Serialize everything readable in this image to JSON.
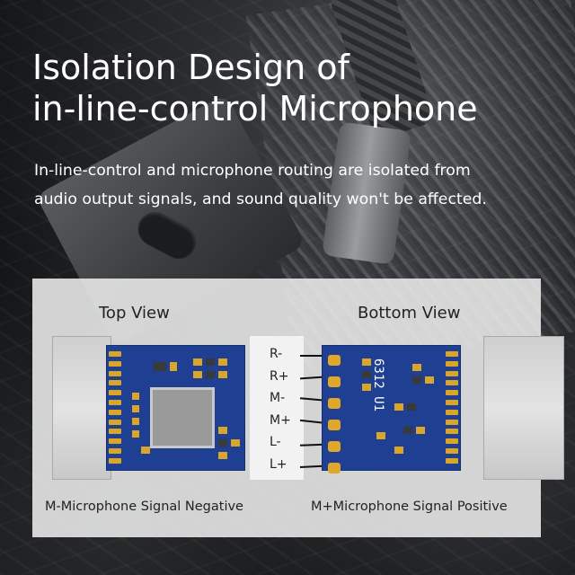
{
  "headline": {
    "line1": "Isolation Design of",
    "line2": "in-line-control Microphone"
  },
  "description": {
    "line1": "In-line-control and microphone routing are isolated from",
    "line2": "audio output signals, and sound quality won't be affected."
  },
  "diagram": {
    "top_view_label": "Top View",
    "bottom_view_label": "Bottom View",
    "pin_labels": [
      "R-",
      "R+",
      "M-",
      "M+",
      "L-",
      "L+"
    ],
    "silkscreen_text": "6312 U1",
    "legend_negative": "M-Microphone Signal Negative",
    "legend_positive": "M+Microphone Signal Positive",
    "pcb_color": "#1f3f92",
    "pad_color": "#d9a62a"
  }
}
